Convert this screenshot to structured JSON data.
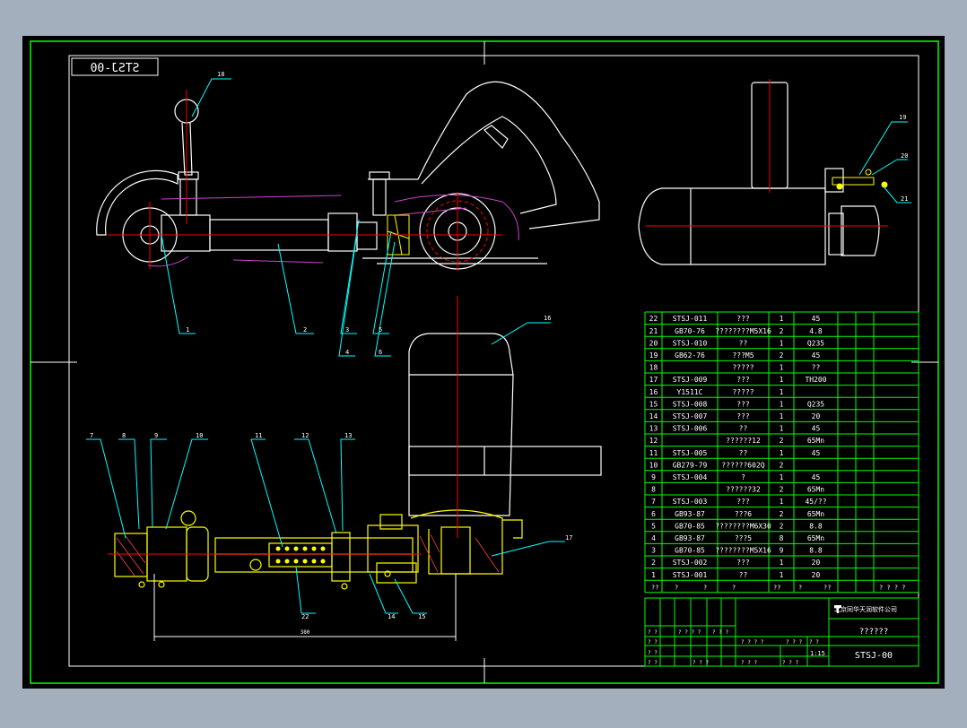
{
  "drawing": {
    "code": "STSJ-00",
    "code_mirrored": "STSJ-00",
    "title": "??????",
    "scale": "1:15",
    "company": "北京同华天润软件公司",
    "dimension": "380",
    "bom_header": [
      "??",
      "?",
      "?",
      "?",
      "??",
      "?",
      "??",
      "? ? ? ?"
    ],
    "bom_rows": [
      {
        "no": "22",
        "code": "STSJ-011",
        "name": "???",
        "qty": "1",
        "material": "45"
      },
      {
        "no": "21",
        "code": "GB70-76",
        "name": "????????M5X16",
        "qty": "2",
        "material": "4.8"
      },
      {
        "no": "20",
        "code": "STSJ-010",
        "name": "??",
        "qty": "1",
        "material": "Q235"
      },
      {
        "no": "19",
        "code": "GB62-76",
        "name": "???M5",
        "qty": "2",
        "material": "45"
      },
      {
        "no": "18",
        "code": "",
        "name": "?????",
        "qty": "1",
        "material": "??"
      },
      {
        "no": "17",
        "code": "STSJ-009",
        "name": "???",
        "qty": "1",
        "material": "TH200"
      },
      {
        "no": "16",
        "code": "Y1511C",
        "name": "?????",
        "qty": "1",
        "material": ""
      },
      {
        "no": "15",
        "code": "STSJ-008",
        "name": "???",
        "qty": "1",
        "material": "Q235"
      },
      {
        "no": "14",
        "code": "STSJ-007",
        "name": "???",
        "qty": "1",
        "material": "20"
      },
      {
        "no": "13",
        "code": "STSJ-006",
        "name": "??",
        "qty": "1",
        "material": "45"
      },
      {
        "no": "12",
        "code": "",
        "name": "??????12",
        "qty": "2",
        "material": "65Mn"
      },
      {
        "no": "11",
        "code": "STSJ-005",
        "name": "??",
        "qty": "1",
        "material": "45"
      },
      {
        "no": "10",
        "code": "GB279-79",
        "name": "??????602Q",
        "qty": "2",
        "material": ""
      },
      {
        "no": "9",
        "code": "STSJ-004",
        "name": "?",
        "qty": "1",
        "material": "45"
      },
      {
        "no": "8",
        "code": "",
        "name": "??????32",
        "qty": "2",
        "material": "65Mn"
      },
      {
        "no": "7",
        "code": "STSJ-003",
        "name": "???",
        "qty": "1",
        "material": "45/??"
      },
      {
        "no": "6",
        "code": "GB93-87",
        "name": "???6",
        "qty": "2",
        "material": "65Mn"
      },
      {
        "no": "5",
        "code": "GB70-85",
        "name": "????????M6X30",
        "qty": "2",
        "material": "8.8"
      },
      {
        "no": "4",
        "code": "GB93-87",
        "name": "???5",
        "qty": "8",
        "material": "65Mn"
      },
      {
        "no": "3",
        "code": "GB70-85",
        "name": "????????M5X16",
        "qty": "9",
        "material": "8.8"
      },
      {
        "no": "2",
        "code": "STSJ-002",
        "name": "???",
        "qty": "1",
        "material": "20"
      },
      {
        "no": "1",
        "code": "STSJ-001",
        "name": "??",
        "qty": "1",
        "material": "20"
      }
    ],
    "title_block_small": [
      "? ?",
      "? ? ? ?",
      "? ? ?",
      "? ?",
      "? ?",
      "? ? ? ?",
      "? ? ?",
      "? ?",
      "? ?",
      "? ? ?",
      "? ? ?",
      "? ? ?"
    ],
    "balloons": [
      "1",
      "2",
      "3",
      "4",
      "5",
      "6",
      "7",
      "8",
      "9",
      "10",
      "11",
      "12",
      "13",
      "14",
      "15",
      "16",
      "17",
      "18",
      "19",
      "20",
      "21",
      "22"
    ],
    "colors": {
      "background": "#a4afbd",
      "sheet": "#000000",
      "frame": "#00ff00",
      "outline": "#ffffff",
      "leader": "#00ffff",
      "centerline": "#ff0000",
      "hidden": "#cc44cc",
      "part": "#ffff00"
    }
  }
}
